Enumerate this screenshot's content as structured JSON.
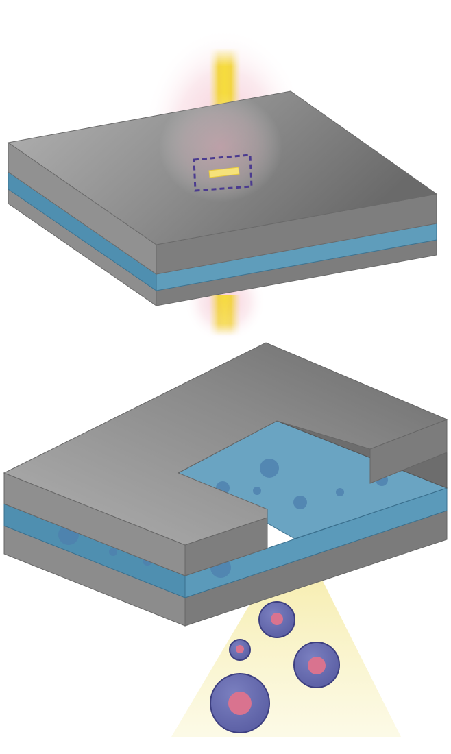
{
  "figure": {
    "labels": [],
    "colors": {
      "slab_top_light": "#a9a9a9",
      "slab_top_dark": "#6b6b6b",
      "slab_side": "#8c8c8c",
      "slab_side_dark": "#6e6e6e",
      "liquid": "#4f8fb0",
      "liquid_light": "#6aa3bf",
      "beam_core": "#f2d43a",
      "beam_glow": "#f6c2cf",
      "marker_outline": "#4b3b8f",
      "particle_outer": "#6a6fb0",
      "particle_inner": "#d9738f",
      "emission_cone": "#f7f1b8"
    },
    "parts": [
      {
        "id": "laser-beam",
        "icon": "laser-beam-icon"
      },
      {
        "id": "top-sandwich",
        "icon": "layered-plate-icon"
      },
      {
        "id": "target-region",
        "icon": "dashed-rectangle-icon"
      },
      {
        "id": "cutaway-sandwich",
        "icon": "cutaway-plate-icon"
      },
      {
        "id": "emission-cone",
        "icon": "light-cone-icon"
      },
      {
        "id": "released-particles",
        "icon": "particle-icon",
        "count": 4
      }
    ]
  }
}
